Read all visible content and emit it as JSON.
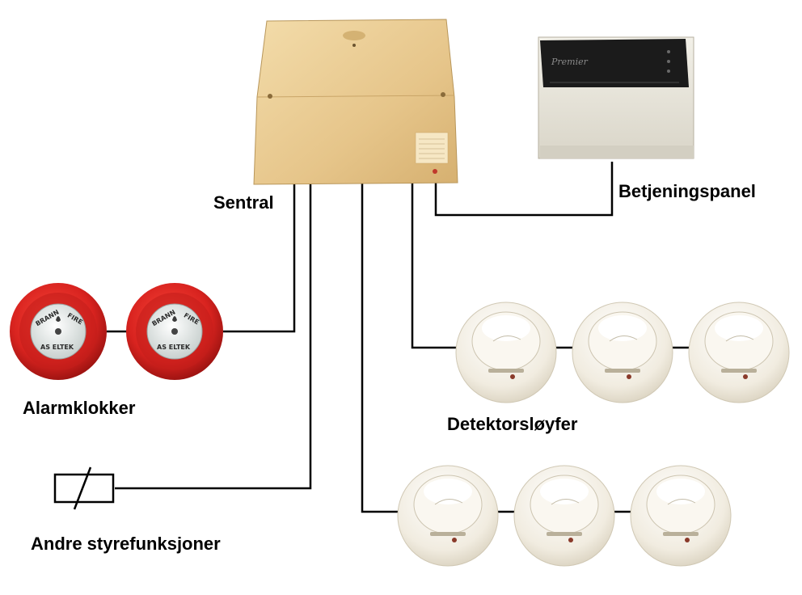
{
  "labels": {
    "central": "Sentral",
    "control_panel": "Betjeningspanel",
    "alarm_bells": "Alarmklokker",
    "detector_loops": "Detektorsløyfer",
    "other_controls": "Andre styrefunksjoner"
  },
  "bell": {
    "text_top_left": "BRANN",
    "text_top_right": "FIRE",
    "text_bottom": "AS ELTEK"
  },
  "control_panel_brand": "Premier",
  "colors": {
    "wire": "#000000",
    "central_body": "#e8c98e",
    "bell_red": "#d8231f",
    "bell_face": "#e9eceb",
    "detector": "#f1ece0",
    "panel_body": "#e9e6dc",
    "panel_display": "#1b1b1b"
  },
  "icons": {
    "relay": "relay-coil-icon",
    "bell": "alarm-bell-icon",
    "detector": "smoke-detector-icon"
  }
}
